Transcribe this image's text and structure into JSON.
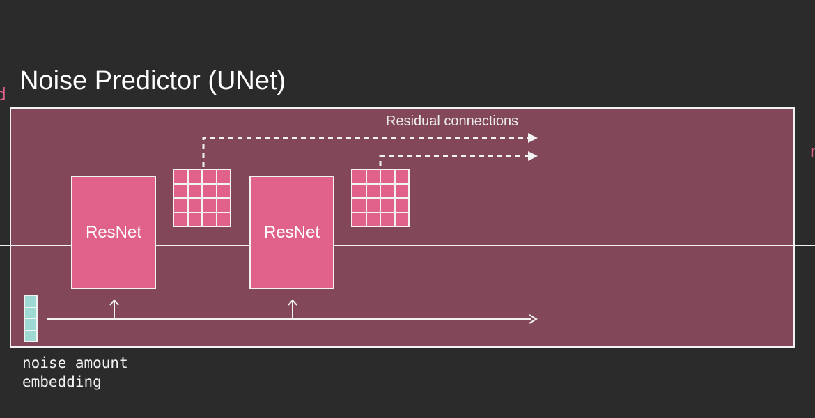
{
  "diagram": {
    "title": "Noise Predictor (UNet)",
    "edge_left_glyph": "d",
    "edge_right_glyph": "n",
    "residual_label": "Residual connections",
    "blocks": [
      {
        "label": "ResNet"
      },
      {
        "label": "ResNet"
      }
    ],
    "feature_map_cells": 16,
    "embedding_cells": 4,
    "embedding_label_line1": "noise amount",
    "embedding_label_line2": "embedding",
    "colors": {
      "background": "#2b2b2b",
      "panel": "#82485a",
      "block": "#e0628a",
      "embedding": "#9fd9d3",
      "stroke": "#f2f2f2"
    }
  }
}
